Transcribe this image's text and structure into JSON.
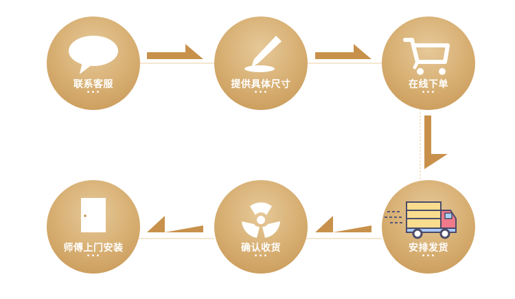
{
  "steps": [
    {
      "label": "联系客服",
      "icon": "speech-bubble-icon"
    },
    {
      "label": "提供具体尺寸",
      "icon": "pen-icon"
    },
    {
      "label": "在线下单",
      "icon": "shopping-cart-icon"
    },
    {
      "label": "安排发货",
      "icon": "delivery-truck-icon"
    },
    {
      "label": "确认收货",
      "icon": "radiation-icon"
    },
    {
      "label": "师傅上门安装",
      "icon": "door-icon"
    }
  ],
  "dots": "•••",
  "colors": {
    "circle": "#d6ad70",
    "arrow": "#c8914b",
    "connector": "#e8cfa3"
  }
}
